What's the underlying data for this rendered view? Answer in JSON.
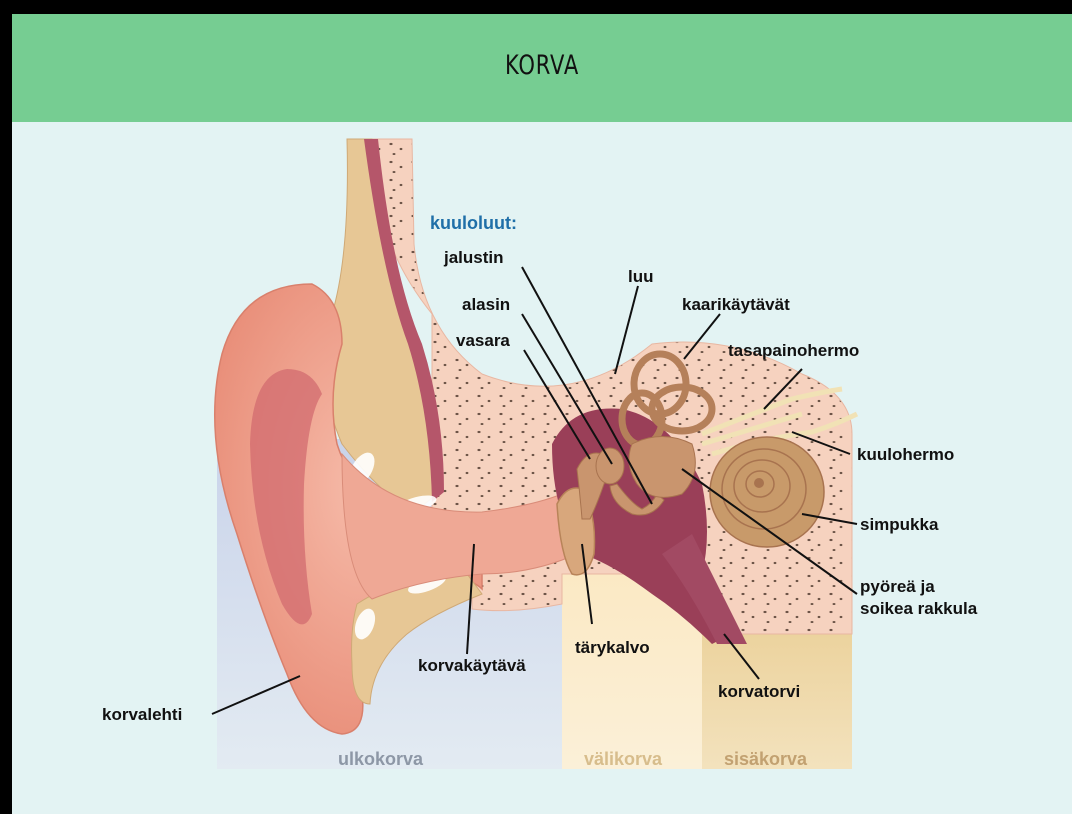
{
  "title": "KORVA",
  "colors": {
    "header": "#76cd92",
    "background": "#e3f3f3",
    "skin": "#f1a795",
    "canal": "#efa895",
    "bone": "#f6d2bf",
    "cartilage": "#e7c795",
    "cavity": "#9a3f58",
    "ossicle": "#c9956e",
    "cochlea": "#c89a6a",
    "heading_blue": "#1f6fa8",
    "zone_outer": "#8d97a6",
    "zone_middle": "#d7bd8c",
    "zone_inner": "#c2a171"
  },
  "labels": {
    "ossicles_heading": "kuuloluut:",
    "stapes": "jalustin",
    "incus": "alasin",
    "malleus": "vasara",
    "bone": "luu",
    "semicircular_canals": "kaarikäytävät",
    "vestibular_nerve": "tasapainohermo",
    "auditory_nerve": "kuulohermo",
    "cochlea": "simpukka",
    "windows_line1": "pyöreä ja",
    "windows_line2": "soikea rakkula",
    "eustachian_tube": "korvatorvi",
    "eardrum": "tärykalvo",
    "ear_canal": "korvakäytävä",
    "pinna": "korvalehti"
  },
  "zones": {
    "outer": "ulkokorva",
    "middle": "välikorva",
    "inner": "sisäkorva"
  }
}
